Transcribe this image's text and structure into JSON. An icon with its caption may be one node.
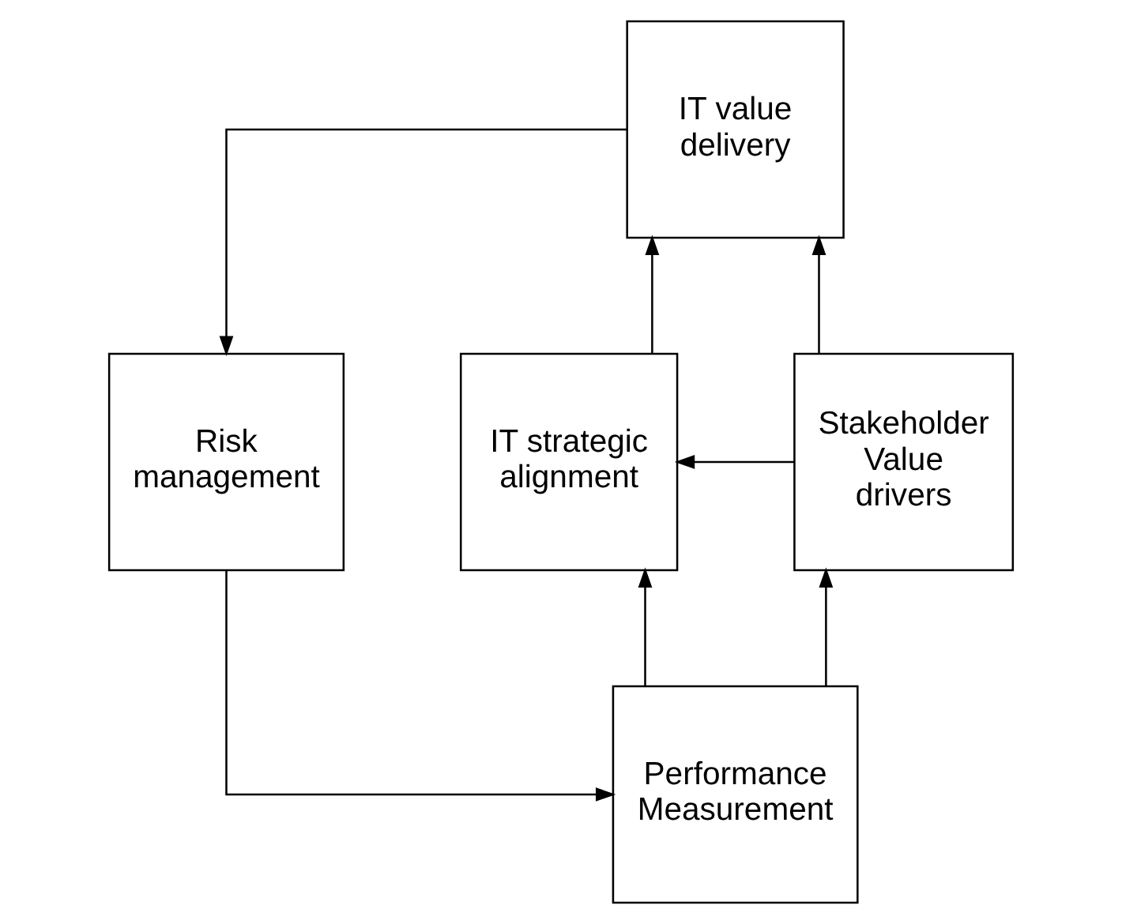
{
  "diagram": {
    "nodes": [
      {
        "text": [
          "IT value delivery"
        ]
      },
      {
        "text": [
          "IT strategic alignment"
        ]
      },
      {
        "text": [
          "Stakeholder Value drivers"
        ]
      },
      {
        "text": [
          "Risk management"
        ]
      },
      {
        "text": [
          "Performance Measurement"
        ]
      }
    ],
    "edges": [
      {
        "from": 1,
        "to": 0,
        "arrow": "to"
      },
      {
        "from": 0,
        "to": 3,
        "arrow": "to"
      },
      {
        "from": 2,
        "to": 0,
        "arrow": "to"
      },
      {
        "from": 2,
        "to": 1,
        "arrow": "to"
      },
      {
        "from": 4,
        "to": 2,
        "arrow": "to"
      },
      {
        "from": 4,
        "to": 1,
        "arrow": "to"
      },
      {
        "from": 3,
        "to": 4,
        "arrow": "to"
      }
    ]
  }
}
